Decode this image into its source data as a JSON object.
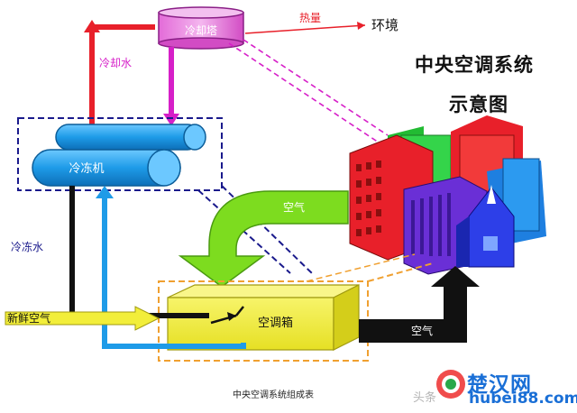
{
  "diagram": {
    "title_line1": "中央空调系统",
    "title_line2": "示意图",
    "cooling_tower": "冷却塔",
    "heat": "热量",
    "environment": "环境",
    "cooling_water": "冷却水",
    "chiller": "冷冻机",
    "chilled_water": "冷冻水",
    "air_upper": "空气",
    "fresh_air": "新鲜空气",
    "ahu": "空调箱",
    "air_lower": "空气",
    "caption": "中央空调系统组成表"
  },
  "watermark": {
    "site": "楚汉网",
    "url": "hubei88.com",
    "source": "头条"
  },
  "colors": {
    "red": "#e8202a",
    "magenta": "#d61fc8",
    "blue_pipe": "#1e9be8",
    "green": "#7ddc1f",
    "yellow": "#f2ee3a",
    "navy_dash": "#1a1a8c",
    "orange_dash": "#f0a030"
  }
}
